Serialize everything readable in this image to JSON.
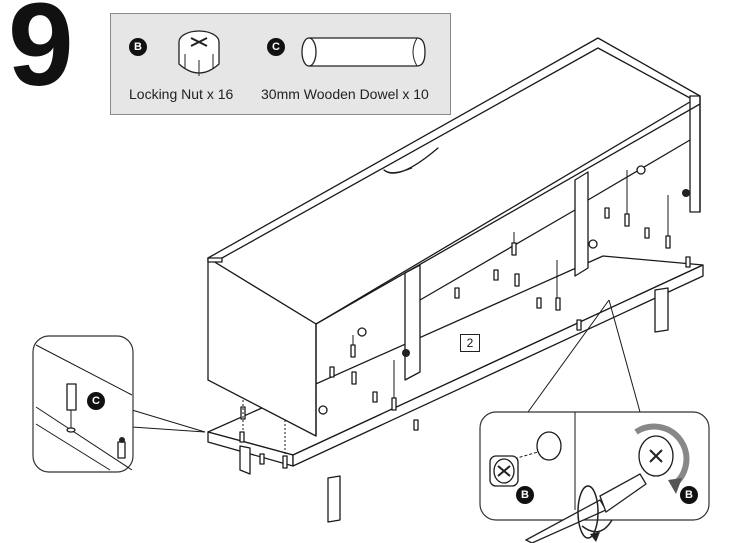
{
  "step": {
    "number": "9"
  },
  "parts": [
    {
      "badge": "B",
      "label": "Locking Nut x 16",
      "icon": "locking-nut-icon"
    },
    {
      "badge": "C",
      "label": "30mm Wooden Dowel x 10",
      "icon": "wooden-dowel-icon"
    }
  ],
  "diagram": {
    "panel_label": "2",
    "callout_left_badge": "C",
    "callout_right_badges": [
      "B",
      "B"
    ]
  },
  "colors": {
    "parts_box_bg": "#e6e6e6",
    "badge_bg": "#111111"
  }
}
